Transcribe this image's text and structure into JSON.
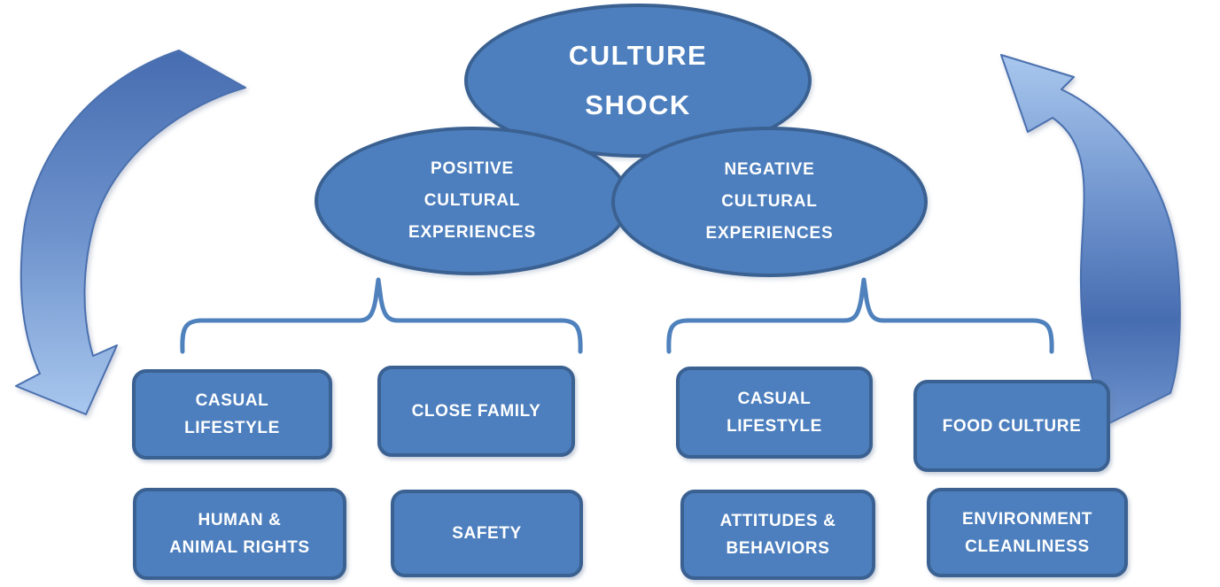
{
  "colors": {
    "background": "#ffffff",
    "shape-fill": "#4d7fbe",
    "shape-border": "#3a6191",
    "shape-text": "#ffffff",
    "brace": "#4f81bd",
    "arrow-dark": "#476db1",
    "arrow-mid": "#6d92cc",
    "arrow-light": "#a9c7ee",
    "arrow-stroke": "#4a70ae"
  },
  "root": {
    "lines": [
      "CULTURE",
      "SHOCK"
    ]
  },
  "positive": {
    "lines": [
      "POSITIVE",
      "CULTURAL",
      "EXPERIENCES"
    ],
    "boxes": [
      {
        "lines": [
          "CASUAL",
          "LIFESTYLE"
        ]
      },
      {
        "lines": [
          "CLOSE FAMILY"
        ]
      },
      {
        "lines": [
          "HUMAN &",
          "ANIMAL RIGHTS"
        ]
      },
      {
        "lines": [
          "SAFETY"
        ]
      }
    ]
  },
  "negative": {
    "lines": [
      "NEGATIVE",
      "CULTURAL",
      "EXPERIENCES"
    ],
    "boxes": [
      {
        "lines": [
          "CASUAL",
          "LIFESTYLE"
        ]
      },
      {
        "lines": [
          "FOOD CULTURE"
        ]
      },
      {
        "lines": [
          "ATTITUDES &",
          "BEHAVIORS"
        ]
      },
      {
        "lines": [
          "ENVIRONMENT",
          "CLEANLINESS"
        ]
      }
    ]
  }
}
